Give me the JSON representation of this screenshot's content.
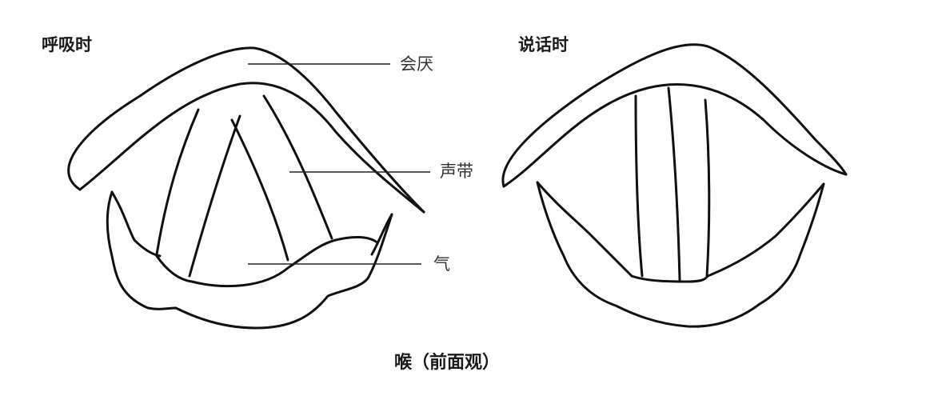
{
  "diagrams": {
    "breathing": {
      "title": "呼吸时",
      "labels": {
        "epiglottis": "会厌",
        "vocal_cords": "声带",
        "air": "气"
      }
    },
    "speaking": {
      "title": "说话时"
    }
  },
  "caption": "喉（前面观）",
  "colors": {
    "ink": "#111111",
    "background": "#ffffff"
  }
}
